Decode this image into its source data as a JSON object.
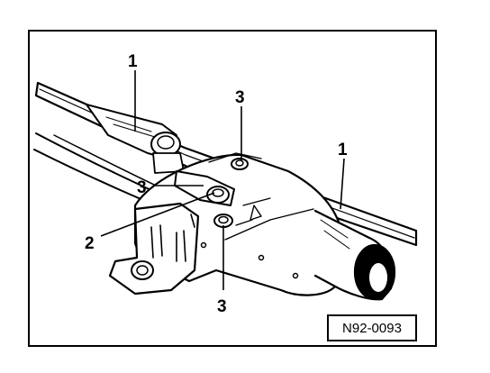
{
  "figure": {
    "reference_code": "N92-0093",
    "callouts": [
      {
        "id": "wiper-arm-left",
        "label": "1"
      },
      {
        "id": "wiper-arm-right",
        "label": "1"
      },
      {
        "id": "pivot-nut-top",
        "label": "3"
      },
      {
        "id": "pivot-nut-left",
        "label": "3"
      },
      {
        "id": "pivot-nut-bottom",
        "label": "3"
      },
      {
        "id": "motor-crank",
        "label": "2"
      }
    ]
  }
}
